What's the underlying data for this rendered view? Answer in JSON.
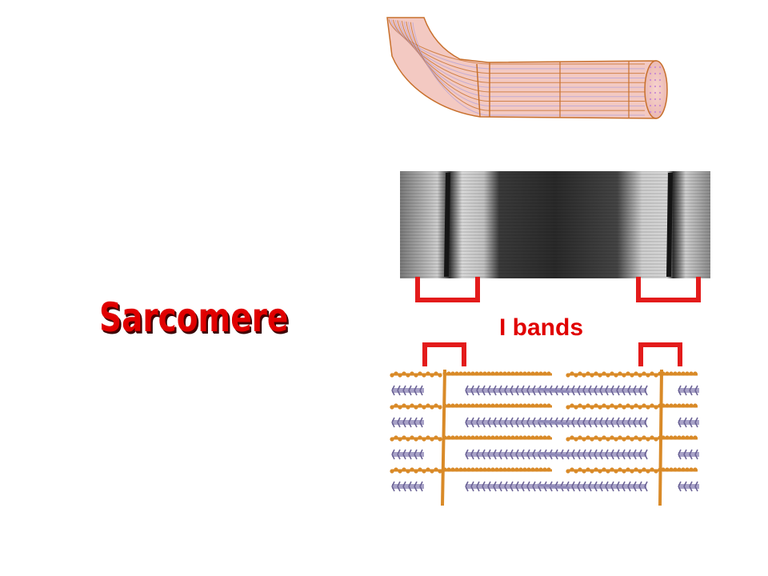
{
  "slide": {
    "title": "Sarcomere",
    "label": "I bands"
  },
  "colors": {
    "title": "#e00000",
    "bracket": "#e31b1b",
    "myosin": "#8b83b4",
    "actin": "#d98a28",
    "fiber_outline": "#c8702c",
    "fiber_fill": "#f3c9c2",
    "fiber_stripe": "#b7a4d6"
  },
  "images": {
    "fiber": "muscle-fiber-illustration",
    "micrograph": "electron-micrograph-sarcomere",
    "filaments": "thick-thin-filament-diagram"
  }
}
